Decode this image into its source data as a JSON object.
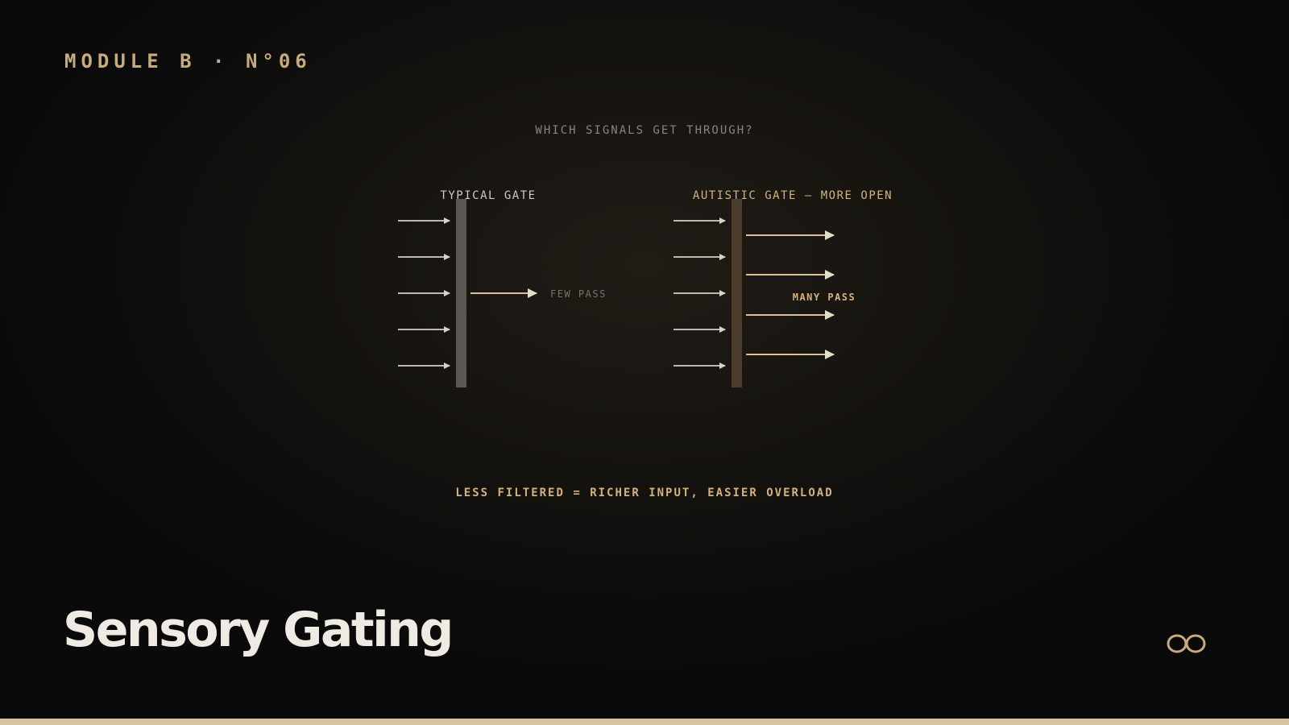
{
  "header": {
    "module_label": "MODULE B · N°06"
  },
  "diagram": {
    "question": "WHICH SIGNALS GET THROUGH?",
    "typical_gate": {
      "title": "TYPICAL GATE",
      "incoming_signals": 5,
      "passing_signals": 1,
      "pass_label": "FEW PASS"
    },
    "autistic_gate": {
      "title": "AUTISTIC GATE — MORE OPEN",
      "incoming_signals": 5,
      "passing_signals": 4,
      "pass_label": "MANY PASS"
    },
    "summary": "LESS FILTERED = RICHER INPUT, EASIER OVERLOAD"
  },
  "footer": {
    "title": "Sensory Gating",
    "logo_icon": "infinity-icon"
  },
  "colors": {
    "accent": "#c8aa7e",
    "gate_typical": "#5b5853",
    "gate_autistic": "#4a3d2c",
    "arrow_in": "#bdb8ae",
    "arrow_out": "#d9c29a",
    "bottom_bar": "#d6c3a0"
  }
}
